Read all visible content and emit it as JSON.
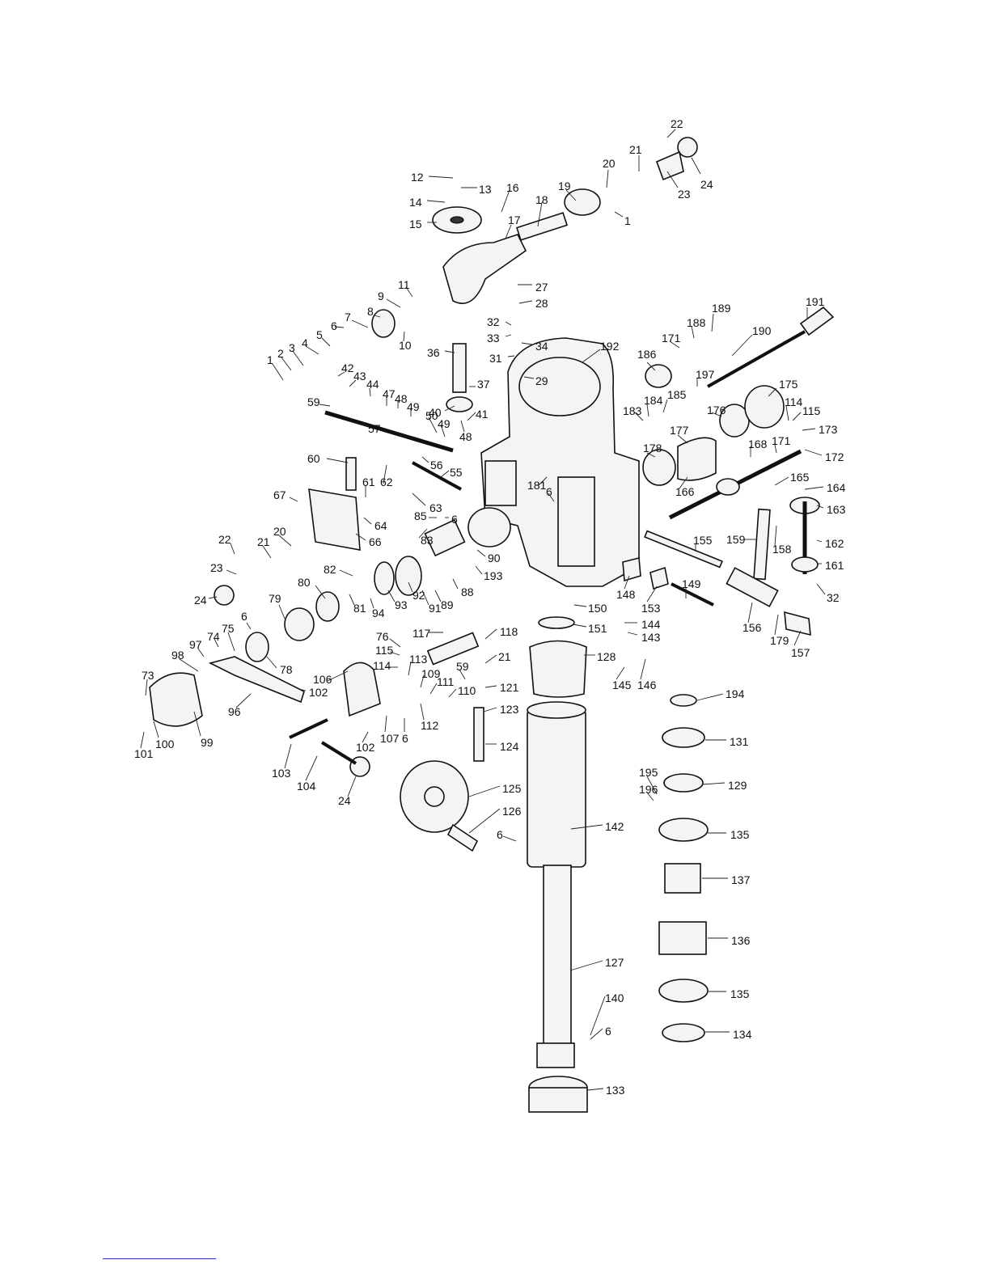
{
  "labels": [
    "1",
    "2",
    "3",
    "4",
    "5",
    "6",
    "7",
    "8",
    "9",
    "10",
    "11",
    "12",
    "13",
    "14",
    "15",
    "16",
    "17",
    "18",
    "19",
    "20",
    "21",
    "22",
    "23",
    "24",
    "27",
    "28",
    "29",
    "31",
    "32",
    "33",
    "34",
    "36",
    "37",
    "40",
    "41",
    "42",
    "43",
    "44",
    "47",
    "48",
    "49",
    "50",
    "55",
    "56",
    "57",
    "59",
    "60",
    "61",
    "62",
    "63",
    "64",
    "66",
    "67",
    "73",
    "74",
    "75",
    "76",
    "78",
    "79",
    "80",
    "81",
    "82",
    "83",
    "85",
    "88",
    "89",
    "90",
    "91",
    "92",
    "93",
    "94",
    "96",
    "97",
    "98",
    "99",
    "100",
    "101",
    "102",
    "103",
    "104",
    "106",
    "107",
    "109",
    "110",
    "111",
    "112",
    "113",
    "114",
    "115",
    "117",
    "118",
    "121",
    "123",
    "124",
    "125",
    "126",
    "127",
    "128",
    "129",
    "131",
    "133",
    "134",
    "135",
    "136",
    "137",
    "140",
    "142",
    "143",
    "144",
    "145",
    "146",
    "148",
    "149",
    "150",
    "151",
    "153",
    "155",
    "156",
    "157",
    "158",
    "159",
    "161",
    "162",
    "163",
    "164",
    "165",
    "166",
    "168",
    "171",
    "172",
    "173",
    "175",
    "176",
    "177",
    "178",
    "179",
    "181",
    "183",
    "184",
    "185",
    "186",
    "188",
    "189",
    "190",
    "191",
    "192",
    "193",
    "194",
    "195",
    "196",
    "197"
  ],
  "colors": {
    "ink": "#111111",
    "footer_rule": "#1a3cc0"
  }
}
